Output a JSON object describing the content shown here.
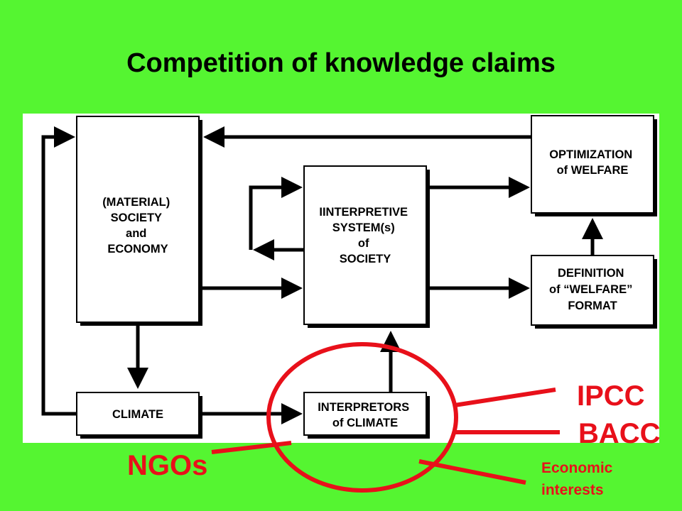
{
  "title": "Competition of knowledge claims",
  "boxes": {
    "society": [
      "(MATERIAL)",
      "SOCIETY",
      "and",
      "ECONOMY"
    ],
    "interpretive": [
      "IINTERPRETIVE",
      "SYSTEM(s)",
      "of",
      "SOCIETY"
    ],
    "optimization": [
      "OPTIMIZATION",
      "of WELFARE"
    ],
    "definition": [
      "DEFINITION",
      "of “WELFARE”",
      "FORMAT"
    ],
    "climate": [
      "CLIMATE"
    ],
    "interpreters": [
      "INTERPRETORS",
      "of CLIMATE"
    ]
  },
  "annotations": {
    "ipcc": "IPCC",
    "bacc": "BACC",
    "ngos": "NGOs",
    "economic": [
      "Economic",
      "interests"
    ]
  },
  "colors": {
    "background": "#55f531",
    "panel": "#ffffff",
    "annotation": "#e8101a"
  }
}
